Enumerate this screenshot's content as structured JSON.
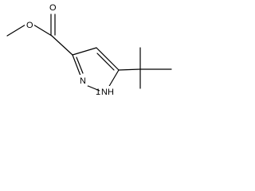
{
  "molecule": {
    "atoms": {
      "ester_oxygen": "O",
      "carbonyl_oxygen": "O",
      "ring_nitrogen": "N",
      "ring_nh": "NH",
      "ring_nh_digit": "1"
    },
    "colors": {
      "bond": "#000000",
      "label": "#000000",
      "background": "#ffffff"
    }
  }
}
